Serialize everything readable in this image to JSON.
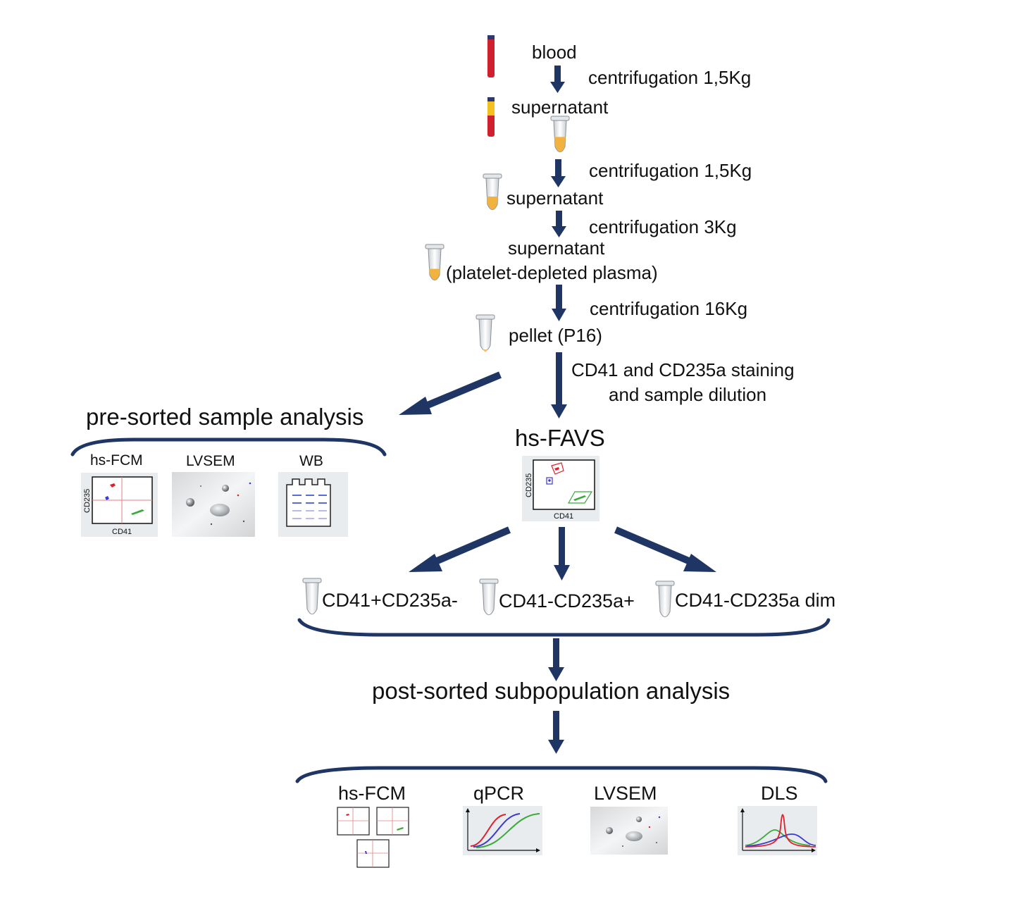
{
  "steps": {
    "blood": "blood",
    "centrifuge1": "centrifugation 1,5Kg",
    "supernatant1": "supernatant",
    "centrifuge2": "centrifugation 1,5Kg",
    "supernatant2": "supernatant",
    "centrifuge3": "centrifugation 3Kg",
    "supernatant3": "supernatant",
    "ppp": "(platelet-depleted plasma)",
    "centrifuge4": "centrifugation 16Kg",
    "pellet": "pellet (P16)",
    "staining_line1": "CD41 and CD235a staining",
    "staining_line2": "and sample dilution"
  },
  "presorted": {
    "title": "pre-sorted sample analysis",
    "methods": [
      "hs-FCM",
      "LVSEM",
      "WB"
    ],
    "fcm_xlabel": "CD41",
    "fcm_ylabel": "CD235"
  },
  "favs": {
    "title": "hs-FAVS",
    "xlabel": "CD41",
    "ylabel": "CD235"
  },
  "subpops": [
    "CD41+CD235a-",
    "CD41-CD235a+",
    "CD41-CD235a dim"
  ],
  "postsorted": {
    "title": "post-sorted subpopulation analysis",
    "methods": [
      "hs-FCM",
      "qPCR",
      "LVSEM",
      "DLS"
    ]
  },
  "colors": {
    "arrow": "#1f3564",
    "tube_blood": "#d0202e",
    "tube_plasma": "#f2b240",
    "panel_bg": "#e8ecef",
    "red_pop": "#e0202a",
    "blue_pop": "#3a3ad0",
    "green_pop": "#3aaa3a"
  }
}
